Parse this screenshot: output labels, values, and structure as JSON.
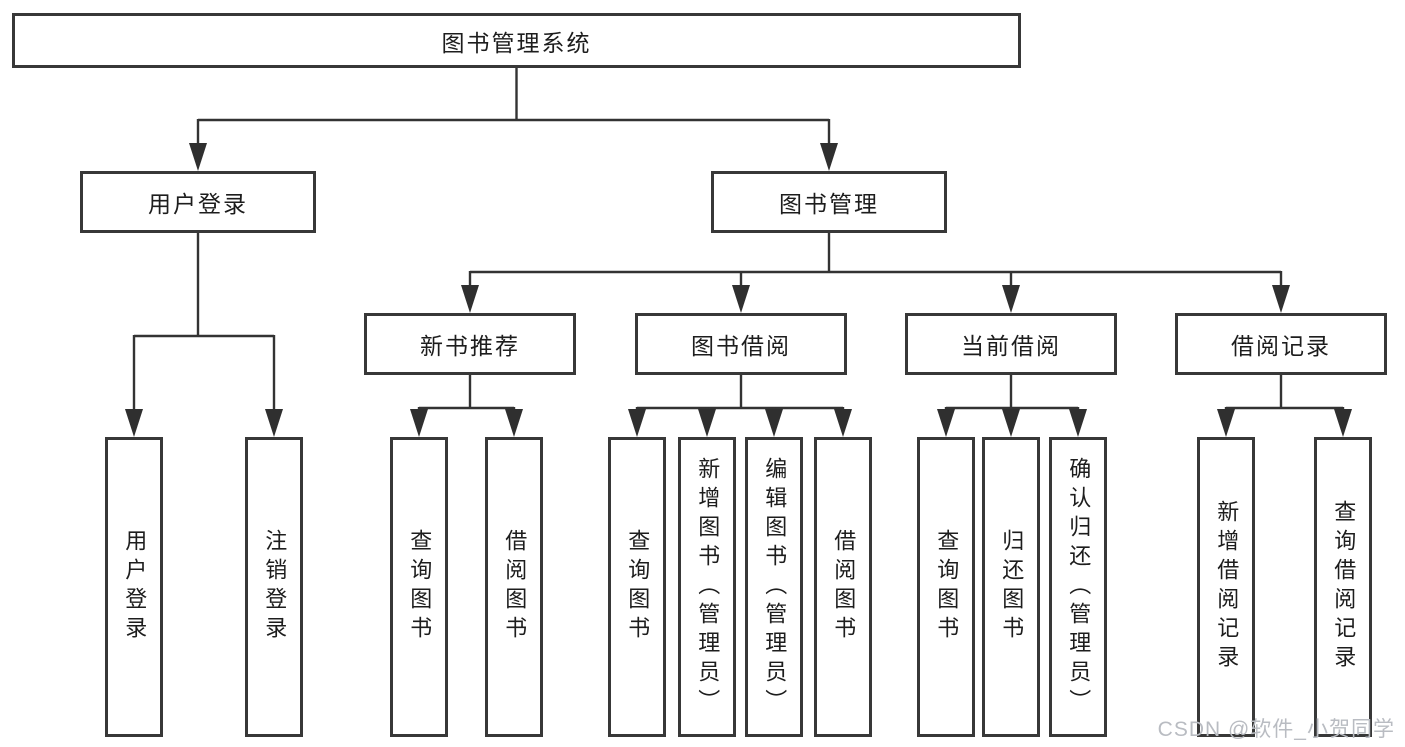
{
  "tree": {
    "root": "图书管理系统",
    "level2": {
      "user_login": "用户登录",
      "book_mgmt": "图书管理"
    },
    "level3": {
      "new_book": "新书推荐",
      "book_borrow": "图书借阅",
      "current_borrow": "当前借阅",
      "borrow_record": "借阅记录"
    },
    "leaves": {
      "user_login": [
        "用户登录",
        "注销登录"
      ],
      "new_book": [
        "查询图书",
        "借阅图书"
      ],
      "book_borrow": [
        "查询图书",
        "新增图书（管理员）",
        "编辑图书（管理员）",
        "借阅图书"
      ],
      "current_borrow": [
        "查询图书",
        "归还图书",
        "确认归还（管理员）"
      ],
      "borrow_record": [
        "新增借阅记录",
        "查询借阅记录"
      ]
    }
  },
  "watermark": "CSDN @软件_小贺同学",
  "colors": {
    "line": "#333333",
    "box_border": "#383838",
    "text": "#1d1d1d",
    "watermark": "#b9bcc2",
    "background": "#ffffff"
  }
}
